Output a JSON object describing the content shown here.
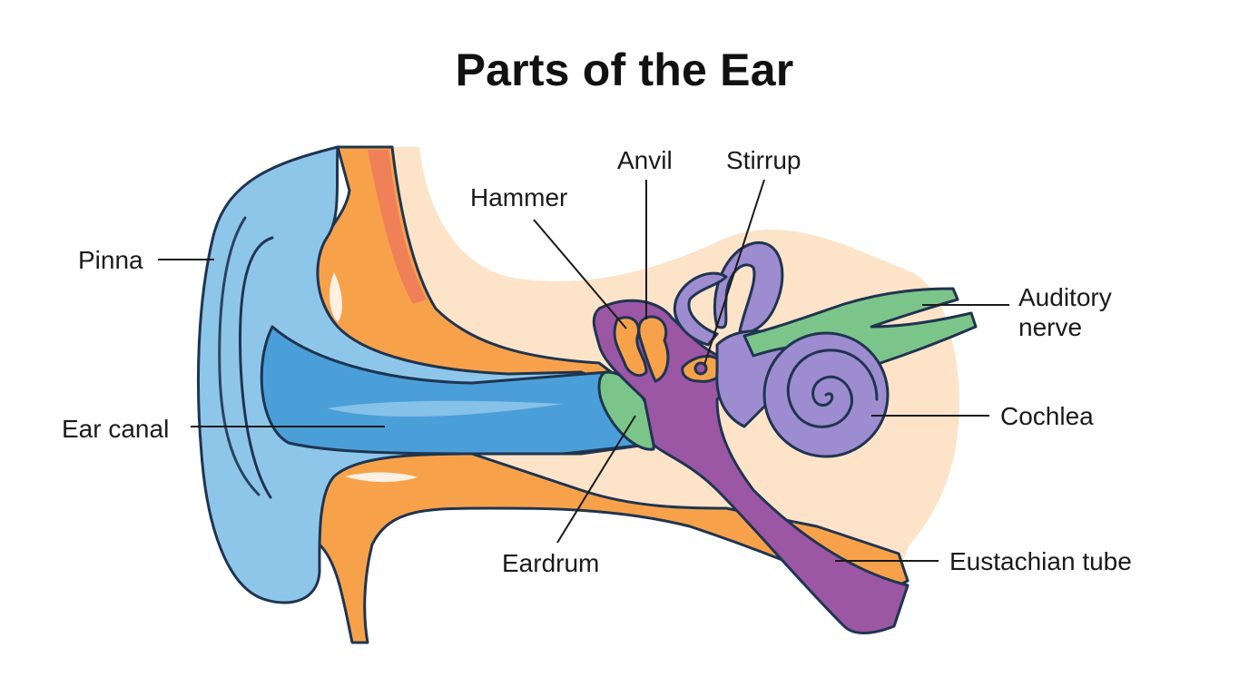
{
  "title": "Parts of the Ear",
  "labels": {
    "pinna": "Pinna",
    "ear_canal": "Ear canal",
    "hammer": "Hammer",
    "anvil": "Anvil",
    "stirrup": "Stirrup",
    "auditory_nerve_line1": "Auditory",
    "auditory_nerve_line2": "nerve",
    "cochlea": "Cochlea",
    "eardrum": "Eardrum",
    "eustachian_tube": "Eustachian tube"
  },
  "colors": {
    "outer_ear": "#8ec6ea",
    "ear_canal": "#4a9fd8",
    "bone": "#f7a24a",
    "skin": "#fde3c8",
    "middle_ear": "#9b57a3",
    "inner_ear": "#9d8ccf",
    "nerve": "#7cc58a",
    "outline": "#1f3450"
  }
}
